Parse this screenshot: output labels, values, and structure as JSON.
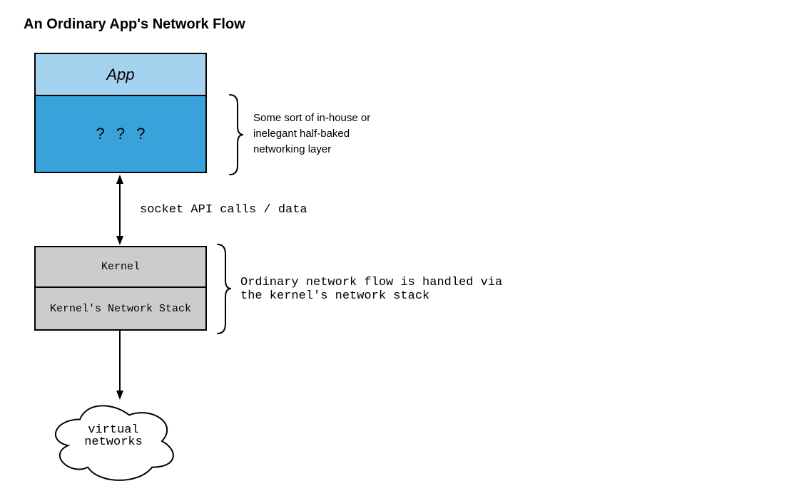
{
  "title": "An Ordinary App's Network Flow",
  "colors": {
    "app_fill": "#A5D2EE",
    "unknown_fill": "#3AA2DB",
    "kernel_fill": "#CCCCCC",
    "stroke": "#000000",
    "background": "#FFFFFF"
  },
  "app_stack": {
    "app_label": "App",
    "unknown_label": "? ? ?"
  },
  "socket_arrow": {
    "label": "socket API calls / data"
  },
  "kernel_stack": {
    "kernel_label": "Kernel",
    "stack_label": "Kernel's Network Stack"
  },
  "notes": {
    "inhouse": {
      "lines": [
        "Some sort of in-house or",
        "inelegant half-baked",
        "networking layer"
      ]
    },
    "ordinary": {
      "lines": [
        "Ordinary network flow is handled via",
        "the kernel's network stack"
      ]
    }
  },
  "cloud": {
    "lines": [
      "virtual",
      "networks"
    ]
  }
}
